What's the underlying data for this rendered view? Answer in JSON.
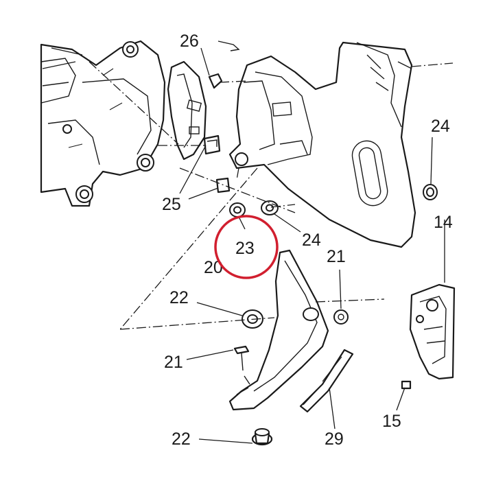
{
  "callouts": {
    "c20": "20",
    "c21a": "21",
    "c21b": "21",
    "c22a": "22",
    "c22b": "22",
    "c23": "23",
    "c24a": "24",
    "c24b": "24",
    "c25": "25",
    "c26": "26",
    "c14": "14",
    "c15": "15",
    "c29": "29"
  },
  "highlight": {
    "callout": "23",
    "color": "#d11f2f"
  },
  "line_color": "#1a1a1a"
}
